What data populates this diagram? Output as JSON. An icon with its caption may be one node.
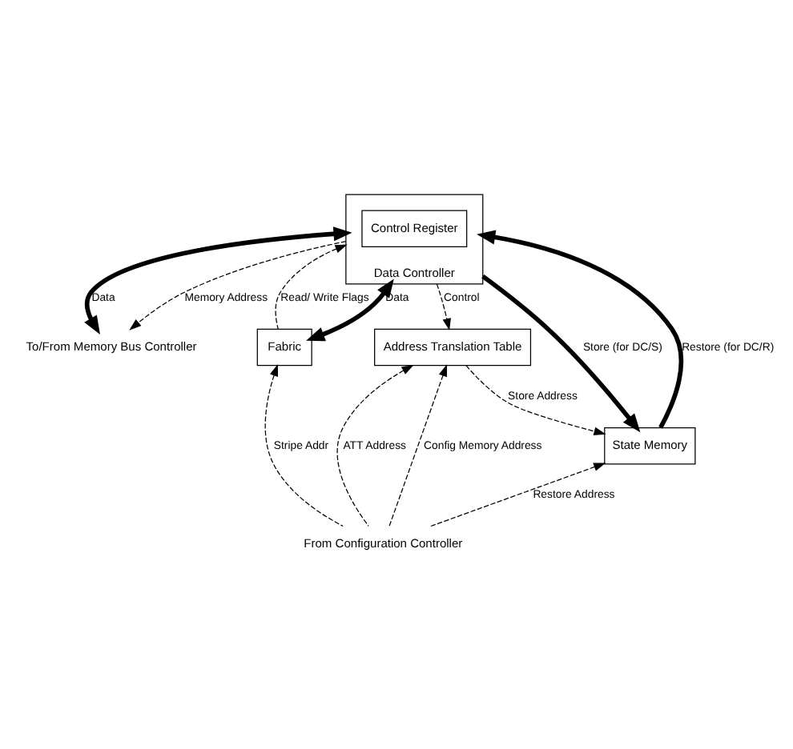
{
  "diagram": {
    "nodes": [
      {
        "text": [
          "Data Controller"
        ]
      },
      {
        "text": [
          "Control Register"
        ],
        "in": 0
      },
      {
        "text": [
          "To/From Memory Bus Controller"
        ]
      },
      {
        "text": [
          "Fabric"
        ]
      },
      {
        "text": [
          "Address Translation Table"
        ]
      },
      {
        "text": [
          "State Memory"
        ]
      },
      {
        "text": [
          "From Configuration Controller"
        ]
      }
    ],
    "edges": [
      {
        "from": 0,
        "to": 2,
        "arrow": "both",
        "label": "Data",
        "style": "thick"
      },
      {
        "from": 0,
        "to": 2,
        "arrow": "to",
        "label": "Memory Address",
        "style": "dashed"
      },
      {
        "from": 3,
        "to": 0,
        "arrow": "to",
        "label": "Read/ Write Flags",
        "style": "dashed"
      },
      {
        "from": 0,
        "to": 3,
        "arrow": "both",
        "label": "Data",
        "style": "thick"
      },
      {
        "from": 0,
        "to": 4,
        "arrow": "to",
        "label": "Control",
        "style": "dashed"
      },
      {
        "from": 0,
        "to": 5,
        "arrow": "to",
        "label": "Store (for DC/S)",
        "style": "thick"
      },
      {
        "from": 5,
        "to": 0,
        "arrow": "to",
        "label": "Restore (for DC/R)",
        "style": "thick"
      },
      {
        "from": 4,
        "to": 5,
        "arrow": "to",
        "label": "Store Address",
        "style": "dashed"
      },
      {
        "from": 6,
        "to": 3,
        "arrow": "to",
        "label": "Stripe Addr",
        "style": "dashed"
      },
      {
        "from": 6,
        "to": 4,
        "arrow": "to",
        "label": "ATT Address",
        "style": "dashed"
      },
      {
        "from": 6,
        "to": 4,
        "arrow": "to",
        "label": "Config Memory Address",
        "style": "dashed"
      },
      {
        "from": 6,
        "to": 5,
        "arrow": "to",
        "label": "Restore Address",
        "style": "dashed"
      }
    ]
  }
}
